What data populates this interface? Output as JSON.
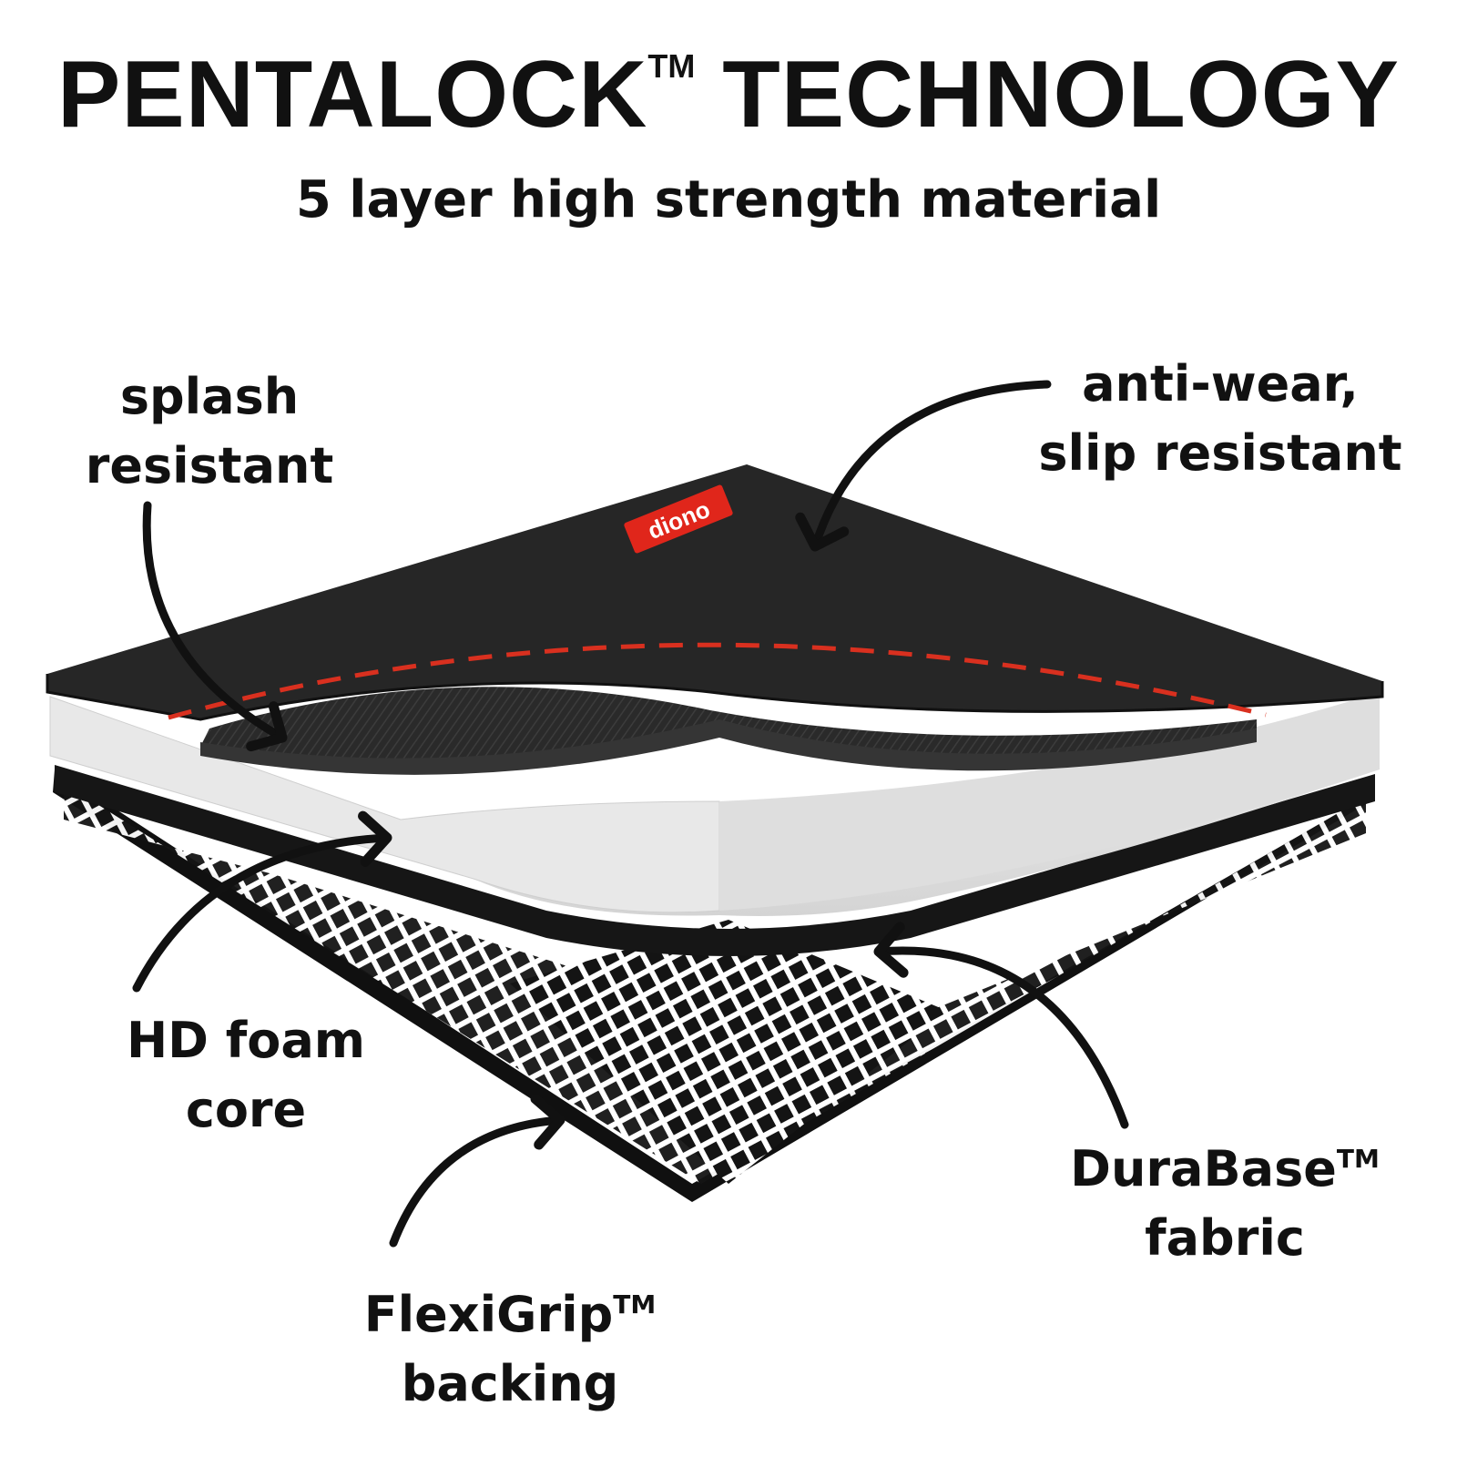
{
  "header": {
    "title": "PENTALOCK",
    "title_tm": "TM",
    "title_rest": "TECHNOLOGY",
    "subtitle": "5 layer high strength material"
  },
  "layers": [
    {
      "line1": "splash",
      "line2": "resistant"
    },
    {
      "line1": "anti-wear,",
      "line2": "slip resistant"
    },
    {
      "line1": "HD foam",
      "line2": "core"
    },
    {
      "line1": "DuraBase",
      "line1_tm": "TM",
      "line2": "fabric"
    },
    {
      "line1": "FlexiGrip",
      "line1_tm": "TM",
      "line2": "backing"
    }
  ],
  "logo_text": "diono",
  "colors": {
    "mat_top": "#262626",
    "stitching": "#d9301f",
    "foam": "#e6e6e6",
    "backing": "#151515",
    "logo": "#e0261b"
  }
}
